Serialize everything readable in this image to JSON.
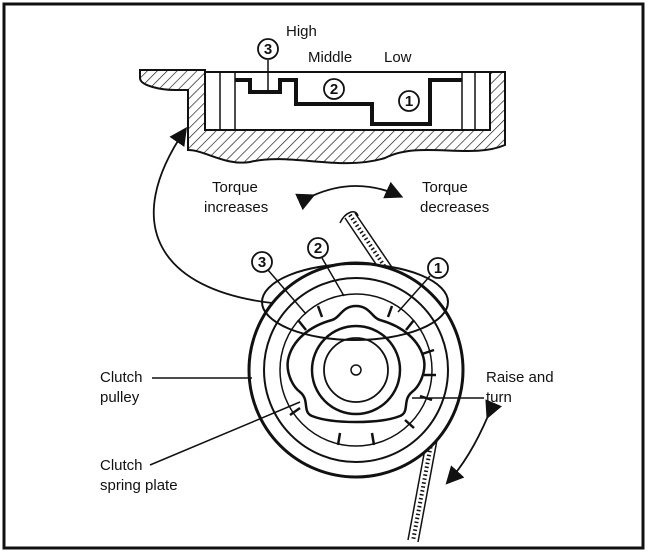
{
  "diagram": {
    "markers": {
      "one": "1",
      "two": "2",
      "three": "3"
    },
    "labels": {
      "high": "High",
      "middle": "Middle",
      "low": "Low",
      "torque_increases_1": "Torque",
      "torque_increases_2": "increases",
      "torque_decreases_1": "Torque",
      "torque_decreases_2": "decreases",
      "clutch_pulley_1": "Clutch",
      "clutch_pulley_2": "pulley",
      "raise_turn_1": "Raise and",
      "raise_turn_2": "turn",
      "spring_plate_1": "Clutch",
      "spring_plate_2": "spring plate"
    },
    "colors": {
      "ink": "#111111",
      "background": "#ffffff"
    }
  }
}
